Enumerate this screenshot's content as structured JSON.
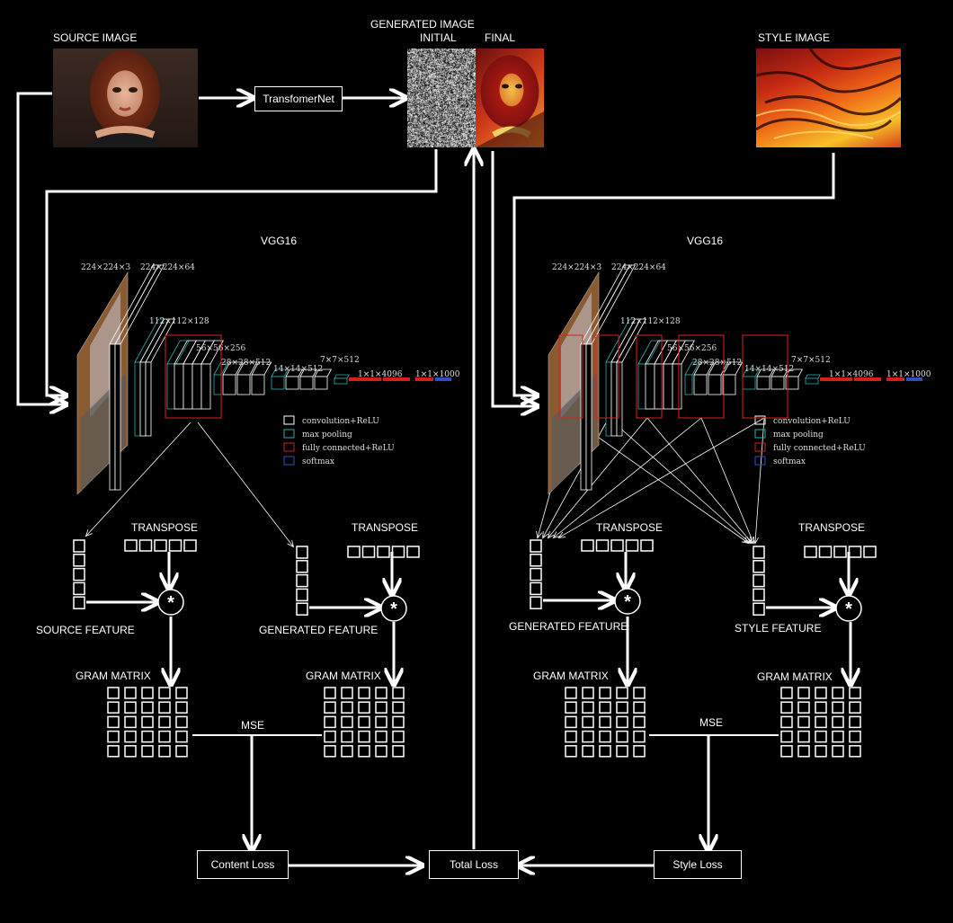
{
  "header": {
    "source_image_label": "SOURCE IMAGE",
    "generated_image_label": "GENERATED IMAGE",
    "initial_label": "INITIAL",
    "final_label": "FINAL",
    "style_image_label": "STYLE IMAGE",
    "transformer_label": "TransfomerNet"
  },
  "vgg": {
    "title": "VGG16",
    "dims": [
      "224×224×3",
      "224×224×64",
      "112×112×128",
      "56×56×256",
      "28×28×512",
      "14×14×512",
      "7×7×512",
      "1×1×4096",
      "1×1×1000"
    ],
    "legend": [
      "convolution+ReLU",
      "max pooling",
      "fully connected+ReLU",
      "softmax"
    ],
    "legend_colors": [
      "#ffffff",
      "#2ab0b0",
      "#d02020",
      "#3050c0"
    ]
  },
  "content_branch": {
    "transpose_label": "TRANSPOSE",
    "source_feature_label": "SOURCE FEATURE",
    "generated_feature_label": "GENERATED FEATURE",
    "gram_label": "GRAM MATRIX",
    "mse_label": "MSE",
    "loss_label": "Content Loss"
  },
  "style_branch": {
    "transpose_label": "TRANSPOSE",
    "generated_feature_label": "GENERATED FEATURE",
    "style_feature_label": "STYLE FEATURE",
    "gram_label": "GRAM MATRIX",
    "mse_label": "MSE",
    "loss_label": "Style Loss"
  },
  "total_loss_label": "Total Loss",
  "operator_symbol": "*",
  "colors": {
    "background": "#000000",
    "line": "#ffffff",
    "highlight": "#e02020"
  }
}
